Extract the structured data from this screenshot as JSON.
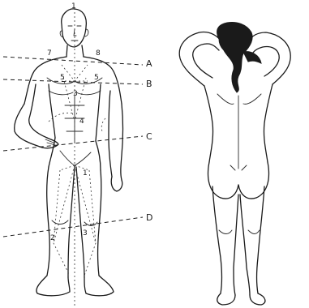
{
  "lines": [
    {
      "id": "A",
      "label": "A"
    },
    {
      "id": "B",
      "label": "B"
    },
    {
      "id": "C",
      "label": "C"
    },
    {
      "id": "D",
      "label": "D"
    }
  ],
  "points": [
    {
      "id": "p1-head",
      "label": "1"
    },
    {
      "id": "p7",
      "label": "7"
    },
    {
      "id": "p8",
      "label": "8"
    },
    {
      "id": "p5-left",
      "label": "5"
    },
    {
      "id": "p5-right",
      "label": "5"
    },
    {
      "id": "p3-chest",
      "label": "3"
    },
    {
      "id": "p4",
      "label": "4"
    },
    {
      "id": "p1-thigh",
      "label": "1"
    },
    {
      "id": "p2",
      "label": "2"
    },
    {
      "id": "p3-knee",
      "label": "3"
    }
  ]
}
